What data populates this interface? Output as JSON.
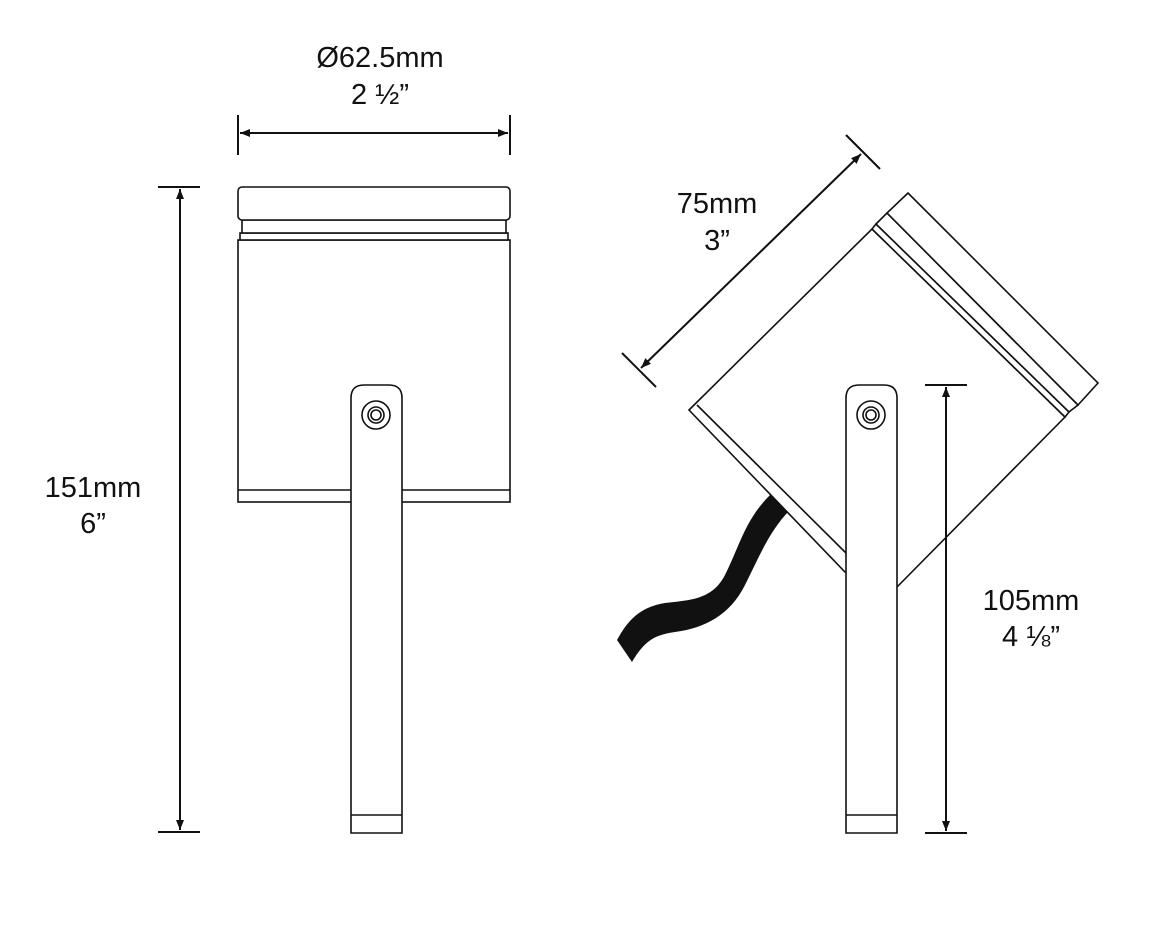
{
  "front_view": {
    "diameter": {
      "mm": "Ø62.5mm",
      "inch": "2 ½”"
    },
    "height": {
      "mm": "151mm",
      "inch": "6”"
    }
  },
  "tilted_view": {
    "length": {
      "mm": "75mm",
      "inch": "3”"
    },
    "stake_height": {
      "mm": "105mm",
      "inch": "4 ⅛”"
    }
  },
  "colors": {
    "line": "#111111",
    "background": "#ffffff"
  }
}
